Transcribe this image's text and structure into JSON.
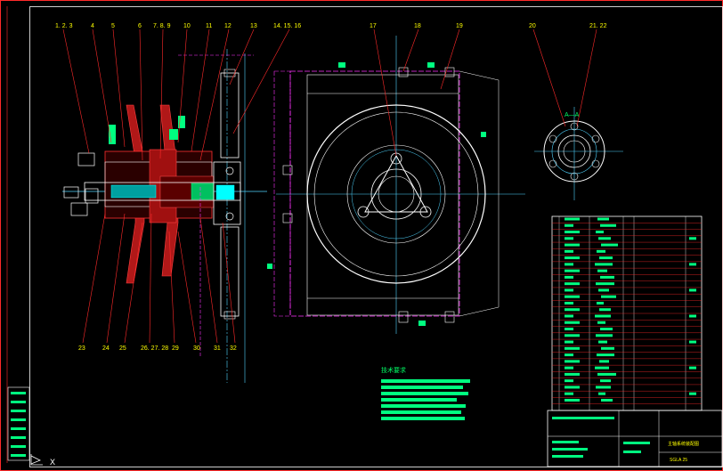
{
  "drawing": {
    "background": "#000000",
    "frame_color": "#ff2a2a",
    "leader_color": "#ff2a2a",
    "centerline_color": "#4fd4ff",
    "outline_color": "#ffffff",
    "hidden_color": "#ff33ff",
    "note_color": "#00ff80",
    "label_color": "#ffff00"
  },
  "callouts_top": [
    "1. 2. 3",
    "4",
    "5",
    "6",
    "7. 8. 9",
    "10",
    "11",
    "12",
    "13",
    "14. 15. 16",
    "17",
    "18",
    "19",
    "20",
    "21. 22"
  ],
  "callouts_bottom": [
    "23",
    "24",
    "25",
    "26. 27. 28",
    "29",
    "30",
    "31",
    "32"
  ],
  "section_label": "A—A",
  "title_block": {
    "drawing_name": "主轴系统装配图",
    "drawing_number": "SGLA 25"
  },
  "tech_requirements": {
    "heading": "技术要求"
  },
  "ucs_axis_label": "X"
}
